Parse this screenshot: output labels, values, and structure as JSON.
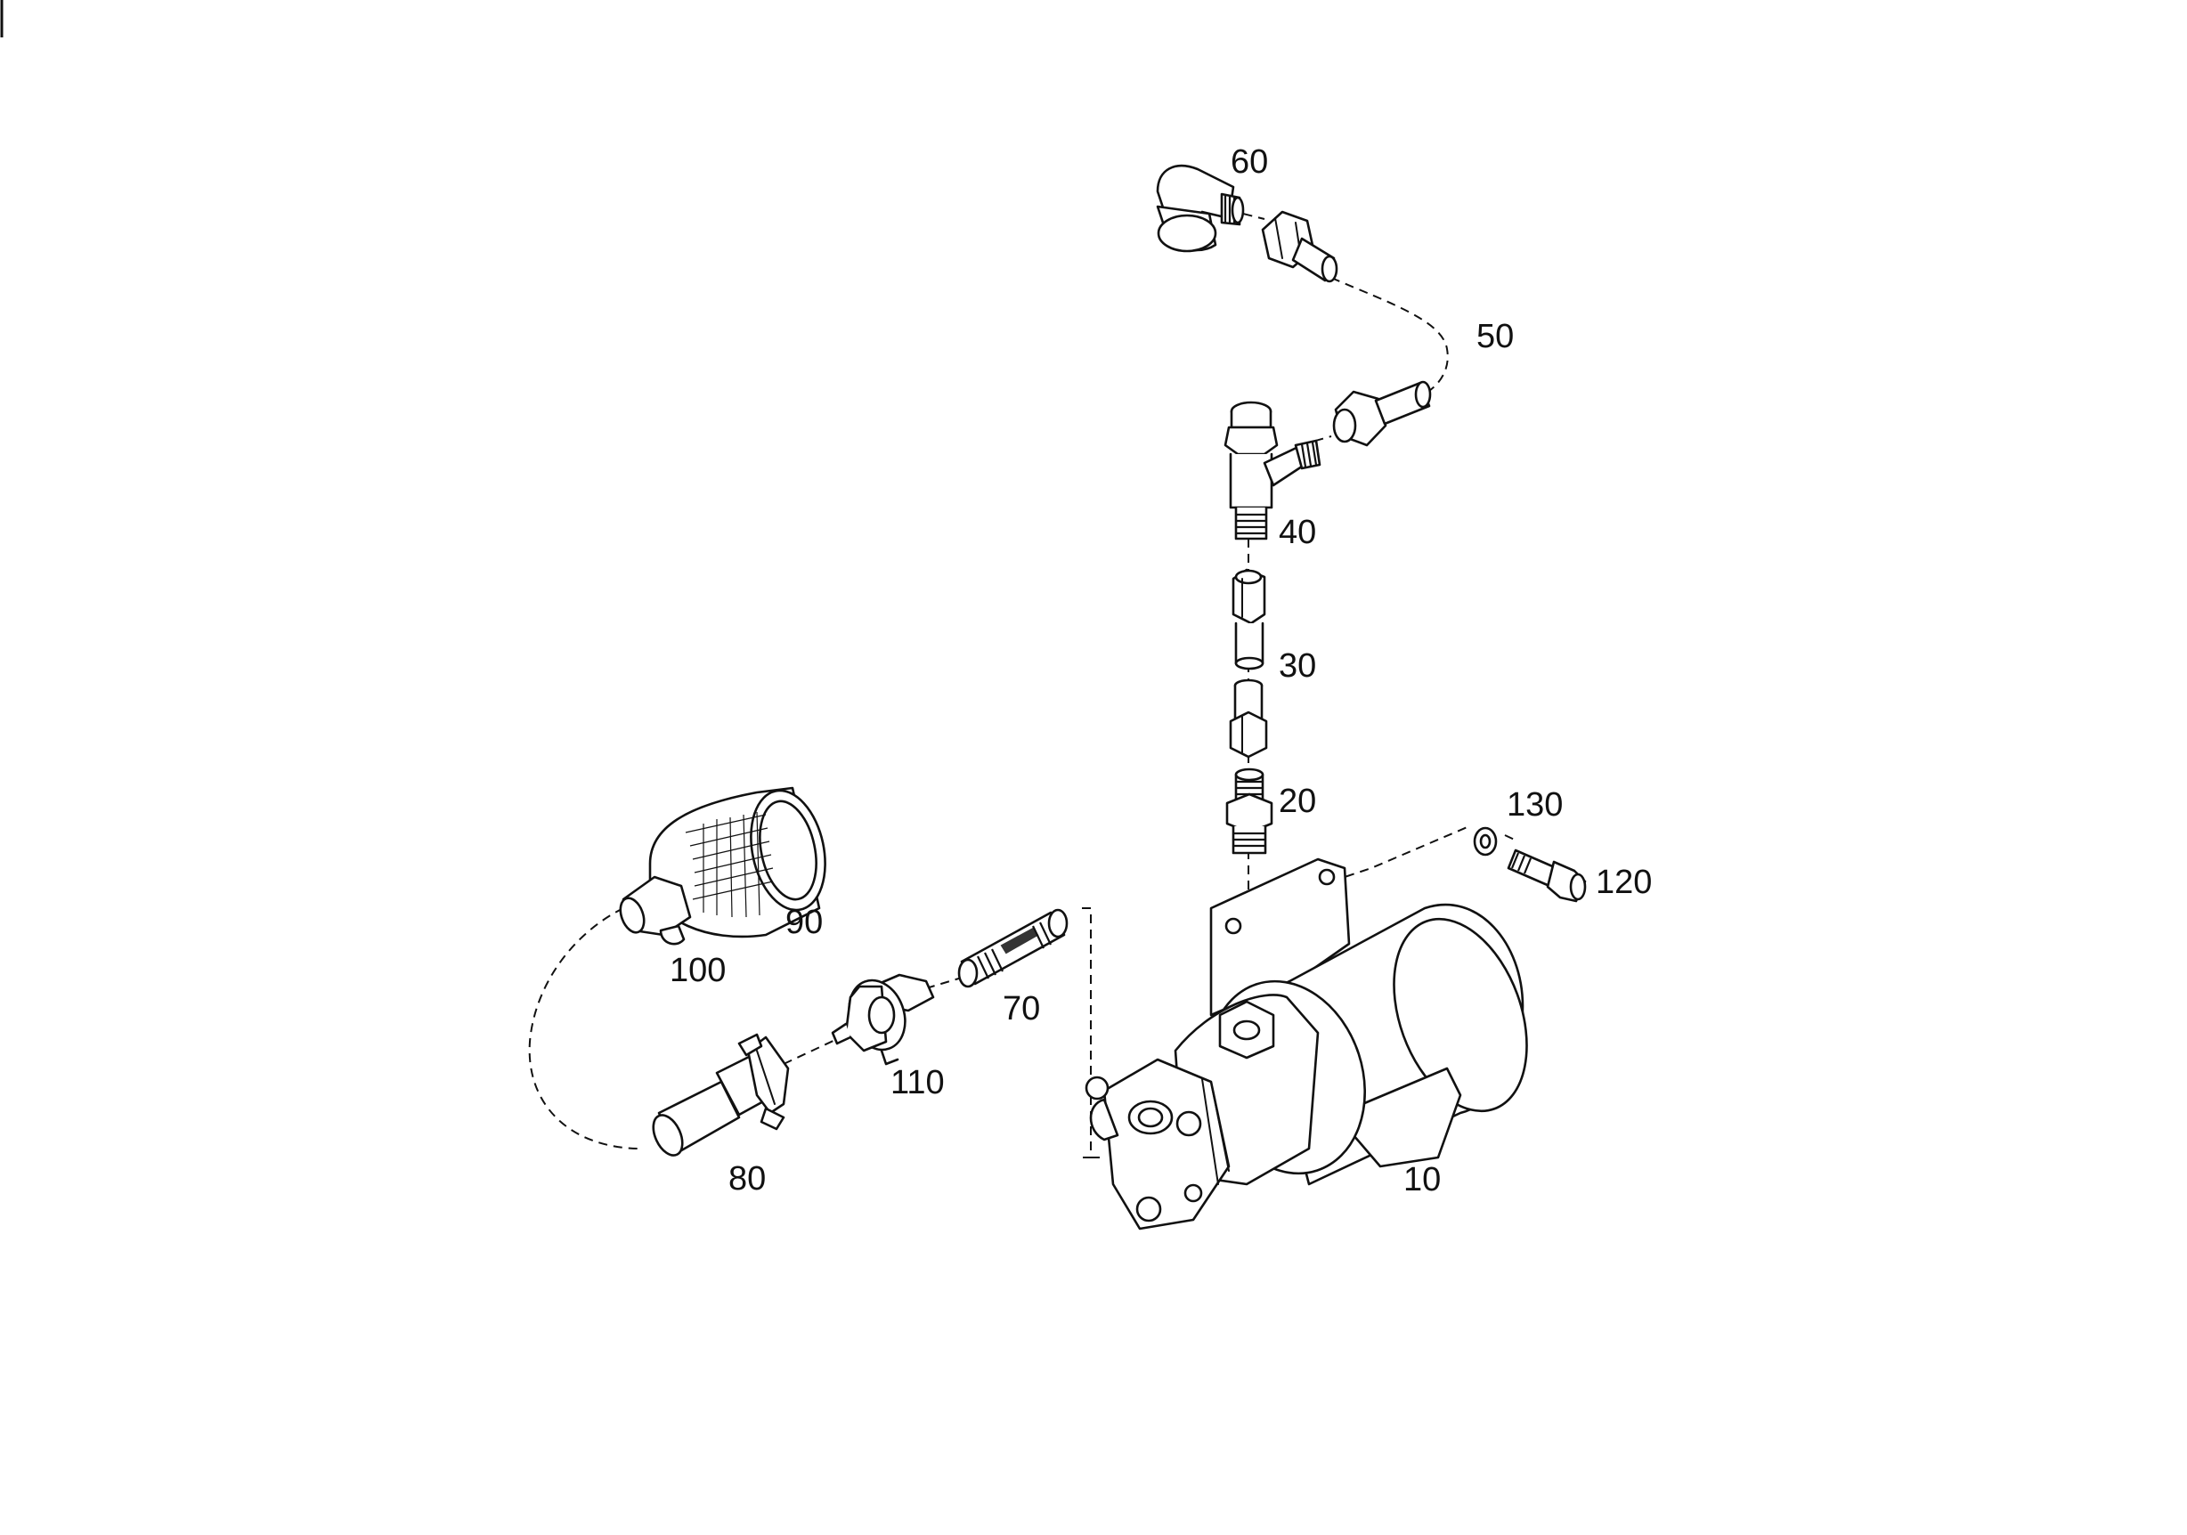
{
  "diagram": {
    "callouts": [
      {
        "id": "c10",
        "label": "10"
      },
      {
        "id": "c20",
        "label": "20"
      },
      {
        "id": "c30",
        "label": "30"
      },
      {
        "id": "c40",
        "label": "40"
      },
      {
        "id": "c50",
        "label": "50"
      },
      {
        "id": "c60",
        "label": "60"
      },
      {
        "id": "c70",
        "label": "70"
      },
      {
        "id": "c80",
        "label": "80"
      },
      {
        "id": "c90",
        "label": "90"
      },
      {
        "id": "c100",
        "label": "100"
      },
      {
        "id": "c110",
        "label": "110"
      },
      {
        "id": "c120",
        "label": "120"
      },
      {
        "id": "c130",
        "label": "130"
      }
    ]
  }
}
